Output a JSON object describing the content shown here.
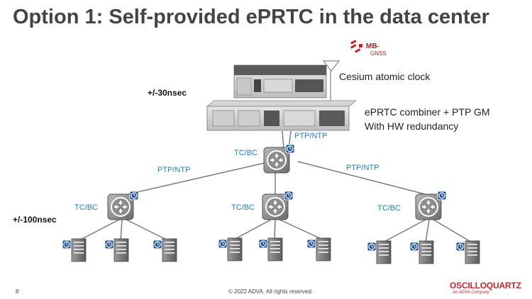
{
  "title": "Option 1: Self-provided ePRTC in the data center",
  "gnss": {
    "line1": "MB-",
    "line2": "GNSS",
    "icon": "gnss-antenna-icon"
  },
  "cesium_label": "Cesium atomic clock",
  "combiner_label_1": "ePRTC combiner + PTP GM",
  "combiner_label_2": "With HW redundancy",
  "accuracy_top": "+/-30nsec",
  "accuracy_bottom": "+/-100nsec",
  "links": {
    "core_uplink": "PTP/NTP",
    "core_role": "TC/BC",
    "left_link": "PTP/NTP",
    "right_link": "PTP/NTP",
    "left_role": "TC/BC",
    "mid_role": "TC/BC",
    "right_role": "TC/BC"
  },
  "footer": {
    "page_number": "8",
    "copyright": "© 2022 ADVA. All rights reserved.",
    "logo_text": "OSCILLOQUARTZ",
    "logo_sub": "An ADVA Company"
  },
  "colors": {
    "title": "#444444",
    "link_label": "#1f7fc1",
    "logo": "#c0272d",
    "clock_badge": "#1b4f9c"
  }
}
